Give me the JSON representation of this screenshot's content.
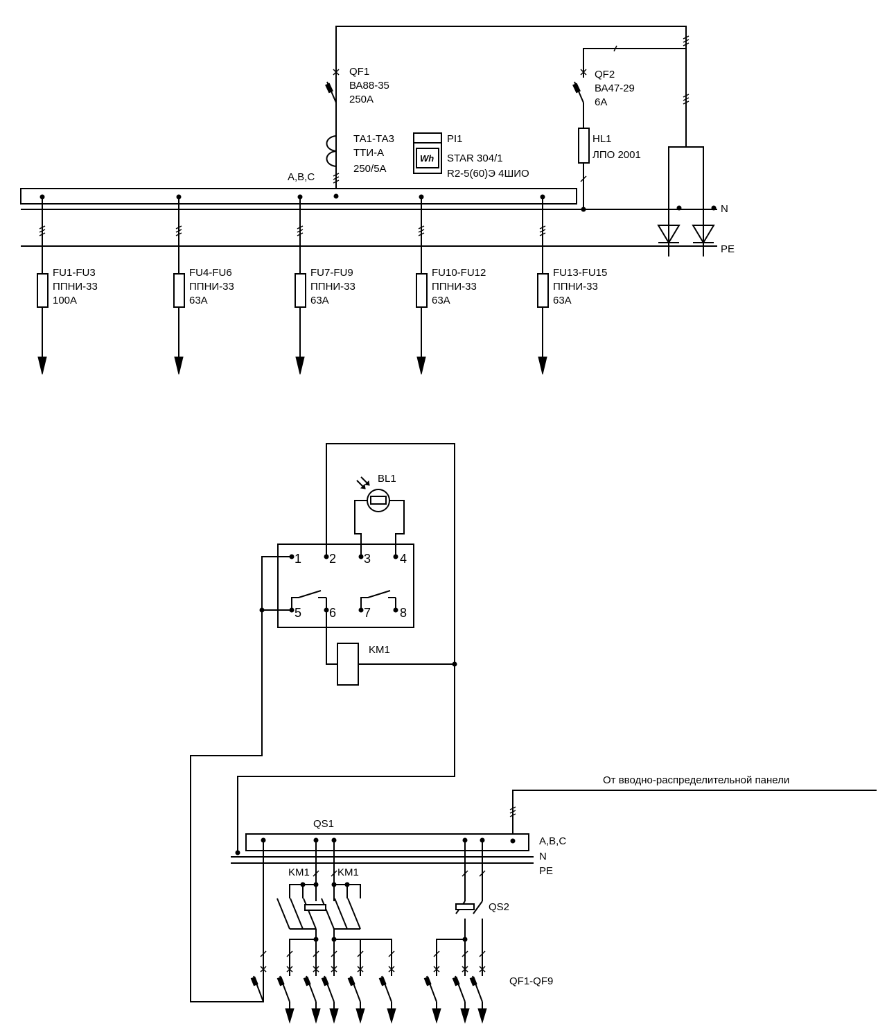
{
  "upper": {
    "qf1": [
      "QF1",
      "ВА88-35",
      "250А"
    ],
    "qf2": [
      "QF2",
      "ВА47-29",
      "6А"
    ],
    "ta": [
      "ТА1-ТА3",
      "ТТИ-А",
      "250/5А"
    ],
    "pi": [
      "PI1",
      "STAR 304/1",
      "R2-5(60)Э 4ШИО"
    ],
    "meter_icon": "Wh",
    "hl": [
      "HL1",
      "ЛПО 2001"
    ],
    "bus_label": "A,B,C",
    "n_label": "N",
    "pe_label": "PE",
    "fuses": [
      [
        "FU1-FU3",
        "ППНИ-33",
        "100А"
      ],
      [
        "FU4-FU6",
        "ППНИ-33",
        "63А"
      ],
      [
        "FU7-FU9",
        "ППНИ-33",
        "63А"
      ],
      [
        "FU10-FU12",
        "ППНИ-33",
        "63А"
      ],
      [
        "FU13-FU15",
        "ППНИ-33",
        "63А"
      ]
    ]
  },
  "lower": {
    "bl1": "BL1",
    "terminals": [
      "1",
      "2",
      "3",
      "4",
      "5",
      "6",
      "7",
      "8"
    ],
    "km1_coil": "KM1",
    "source_label": "От вводно-распределительной панели",
    "qs1": "QS1",
    "bus_labels": [
      "A,B,C",
      "N",
      "PE"
    ],
    "km1_contacts": [
      "KM1",
      "KM1"
    ],
    "qs2": "QS2",
    "qf_group": "QF1-QF9"
  }
}
